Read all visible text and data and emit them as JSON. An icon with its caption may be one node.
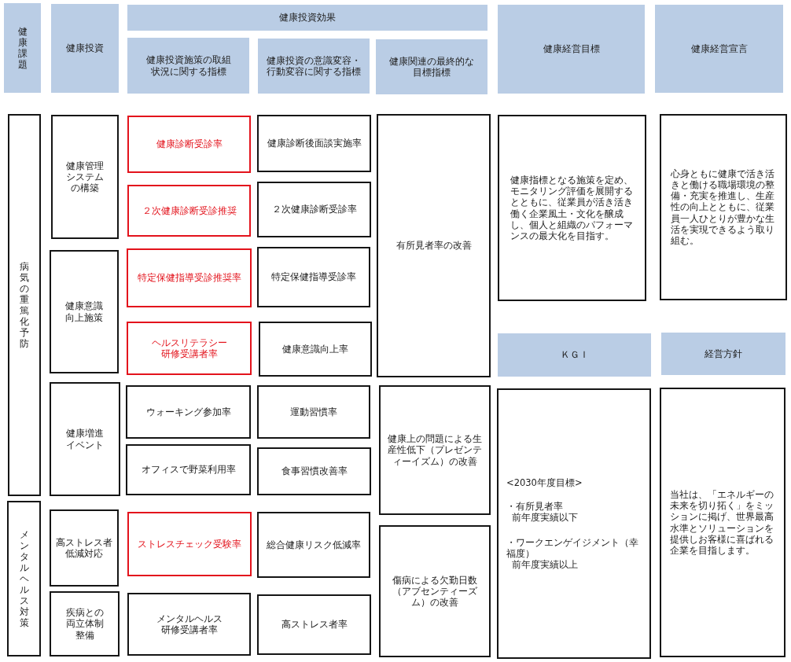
{
  "diagram": {
    "nodes": [
      {
        "text": [
          "健康課題"
        ]
      },
      {
        "text": [
          "健康投資"
        ]
      },
      {
        "text": [
          "健康投資効果"
        ]
      },
      {
        "text": [
          "健康投資施策の取組状況に関する指標"
        ]
      },
      {
        "text": [
          "健康投資の意識変容・行動変容に関する指標"
        ]
      },
      {
        "text": [
          "健康関連の最終的な目標指標"
        ]
      },
      {
        "text": [
          "健康経営目標"
        ]
      },
      {
        "text": [
          "健康経営宣言"
        ]
      },
      {
        "text": [
          "病気の重篤化予防"
        ]
      },
      {
        "text": [
          "健康管理システムの構築"
        ]
      },
      {
        "text": [
          "健康診断受診率"
        ]
      },
      {
        "text": [
          "健康診断後面談実施率"
        ]
      },
      {
        "text": [
          "有所見者率の改善"
        ]
      },
      {
        "text": [
          "健康指標となる施策を定め、モニタリング評価を展開するとともに、従業員が活き活き働く企業風土・文化を醸成し、個人と組織のパフォーマンスの最大化を目指す。"
        ]
      },
      {
        "text": [
          "心身ともに健康で活き活きと働ける職場環境の整備・充実を推進し、生産性の向上とともに、従業員一人ひとりが豊かな生活を実現できるよう取り組む。"
        ]
      },
      {
        "text": [
          "２次健康診断受診推奨"
        ]
      },
      {
        "text": [
          "２次健康診断受診率"
        ]
      },
      {
        "text": [
          "健康意識向上施策"
        ]
      },
      {
        "text": [
          "特定保健指導受診推奨率"
        ]
      },
      {
        "text": [
          "特定保健指導受診率"
        ]
      },
      {
        "text": [
          "ヘルスリテラシー研修受講者率"
        ]
      },
      {
        "text": [
          "健康意識向上率"
        ]
      },
      {
        "text": [
          "ＫＧＩ"
        ]
      },
      {
        "text": [
          "経営方針"
        ]
      },
      {
        "text": [
          "健康増進イベント"
        ]
      },
      {
        "text": [
          "ウォーキング参加率"
        ]
      },
      {
        "text": [
          "運動習慣率"
        ]
      },
      {
        "text": [
          "健康上の問題による生産性低下（プレゼンティーイズム）の改善"
        ]
      },
      {
        "text": [
          "<2030年度目標>",
          "・有所見者率",
          "前年度実績以下",
          "・ワークエンゲイジメント（幸福度）",
          "前年度実績以上"
        ]
      },
      {
        "text": [
          "当社は、「エネルギーの未来を切り拓く」をミッションに掲げ、世界最高水準とソリューションを提供しお客様に喜ばれる企業を目指します。"
        ]
      },
      {
        "text": [
          "オフィスで野菜利用率"
        ]
      },
      {
        "text": [
          "食事習慣改善率"
        ]
      },
      {
        "text": [
          "メンタルヘルス対策"
        ]
      },
      {
        "text": [
          "高ストレス者低減対応"
        ]
      },
      {
        "text": [
          "ストレスチェック受験率"
        ]
      },
      {
        "text": [
          "総合健康リスク低減率"
        ]
      },
      {
        "text": [
          "傷病による欠勤日数（アブセンティーズム）の改善"
        ]
      },
      {
        "text": [
          "疾病との両立体制整備"
        ]
      },
      {
        "text": [
          "メンタルヘルス研修受講者率"
        ]
      },
      {
        "text": [
          "高ストレス者率"
        ]
      }
    ]
  }
}
